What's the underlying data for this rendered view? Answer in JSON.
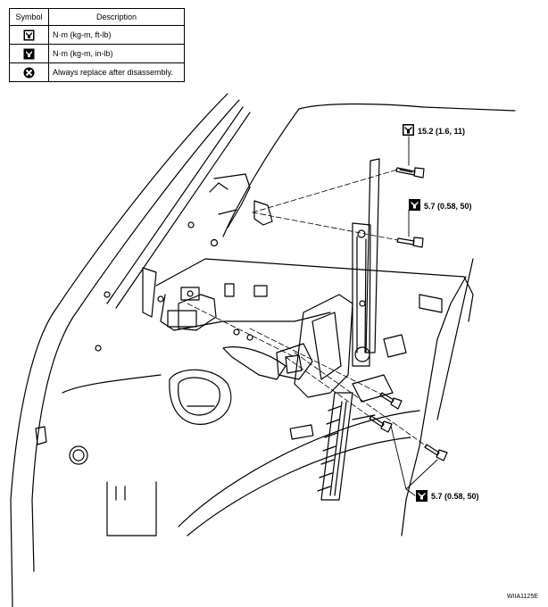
{
  "legend": {
    "header_symbol": "Symbol",
    "header_description": "Description",
    "rows": [
      {
        "icon": "torque-wrench-icon",
        "description": "N·m (kg-m, ft-lb)"
      },
      {
        "icon": "torque-wrench-icon",
        "description": "N·m (kg-m, in-lb)"
      },
      {
        "icon": "replace-part-icon",
        "description": "Always replace after disassembly."
      }
    ]
  },
  "callouts": {
    "top": "15.2 (1.6, 11)",
    "middle": "5.7 (0.58, 50)",
    "bottom": "5.7 (0.58, 50)"
  },
  "figure_code": "WIIA1125E",
  "colors": {
    "line": "#000000",
    "background": "#ffffff"
  }
}
